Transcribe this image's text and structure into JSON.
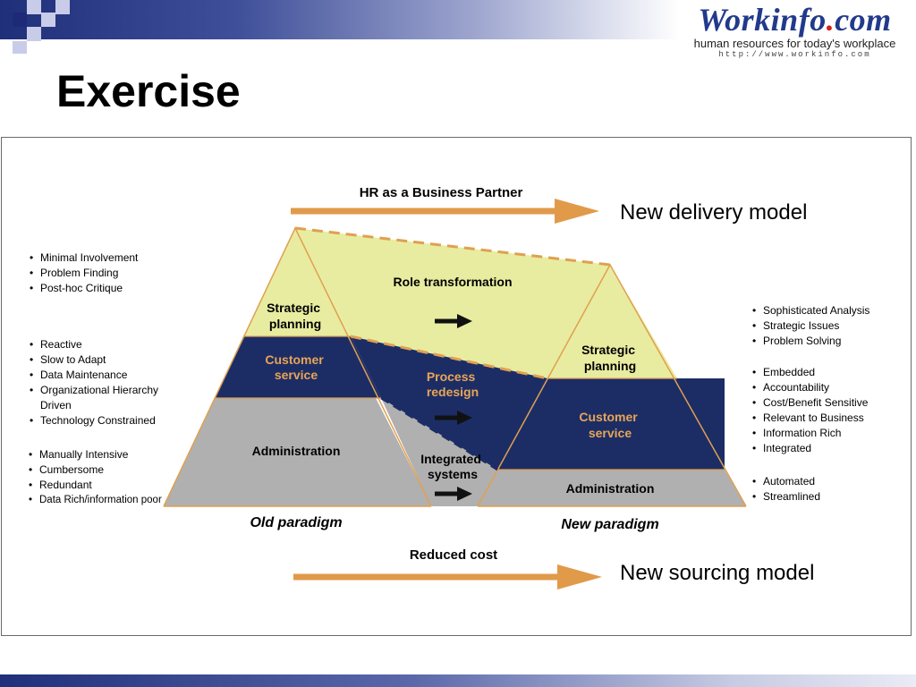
{
  "logo": {
    "brand_main": "Workinfo",
    "brand_dot": ".",
    "brand_tld": "com",
    "tagline": "human resources for today's workplace",
    "url": "http://www.workinfo.com"
  },
  "slide_title": "Exercise",
  "diagram": {
    "top_arrow_label": "HR as a Business Partner",
    "top_arrow_result": "New delivery model",
    "bottom_arrow_label": "Reduced cost",
    "bottom_arrow_result": "New sourcing model",
    "old": {
      "strategic": [
        "Strategic",
        "planning"
      ],
      "customer": [
        "Customer",
        "service"
      ],
      "admin": "Administration",
      "caption": "Old paradigm"
    },
    "new": {
      "strategic": [
        "Strategic",
        "planning"
      ],
      "customer": [
        "Customer",
        "service"
      ],
      "admin": "Administration",
      "caption": "New paradigm"
    },
    "transitions": {
      "role": "Role transformation",
      "process": [
        "Process",
        "redesign"
      ],
      "systems": [
        "Integrated",
        "systems"
      ]
    },
    "colors": {
      "strategic_fill": "#e8eca0",
      "customer_fill": "#1c2d66",
      "admin_fill": "#b0b0b0",
      "outline": "#e0a050",
      "accent_text": "#e8a555",
      "arrow": "#e09a4a"
    },
    "left_groups": [
      [
        "Minimal Involvement",
        "Problem Finding",
        "Post-hoc Critique"
      ],
      [
        "Reactive",
        "Slow to Adapt",
        "Data Maintenance",
        "Organizational Hierarchy Driven",
        "Technology Constrained"
      ],
      [
        "Manually Intensive",
        "Cumbersome",
        "Redundant",
        "Data Rich/information poor"
      ]
    ],
    "right_groups": [
      [
        "Sophisticated Analysis",
        "Strategic Issues",
        "Problem Solving"
      ],
      [
        "Embedded",
        "Accountability",
        "Cost/Benefit Sensitive",
        "Relevant to Business",
        "Information Rich",
        "Integrated"
      ],
      [
        "Automated",
        "Streamlined"
      ]
    ]
  }
}
